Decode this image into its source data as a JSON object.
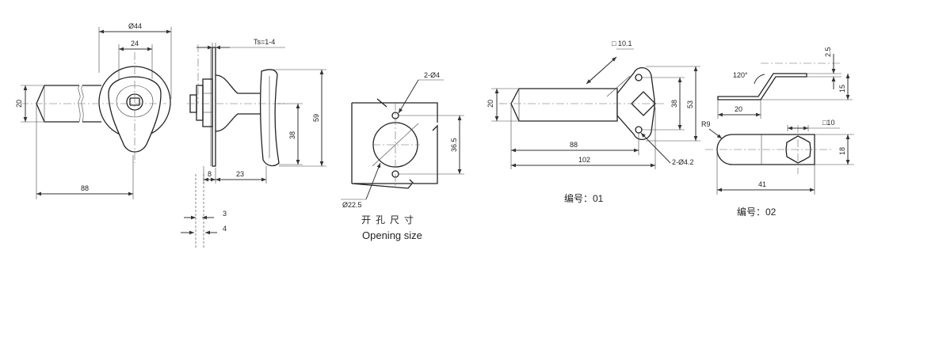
{
  "dims": {
    "d44": "Ø44",
    "d24": "24",
    "d20a": "20",
    "d88a": "88",
    "ts": "Ts=1-4",
    "d38a": "38",
    "d59": "59",
    "d8": "8",
    "d23": "23",
    "d3": "3",
    "d4": "4",
    "hole2": "2-Ø4",
    "d36_5": "36.5",
    "d22_5": "Ø22.5",
    "sq10_1": "□ 10.1",
    "d20b": "20",
    "d38b": "38",
    "d53": "53",
    "d88b": "88",
    "d102": "102",
    "hole4_2": "2-Ø4.2",
    "d2_5": "2.5",
    "deg120": "120°",
    "d15": "15",
    "d20c": "20",
    "r9": "R9",
    "sq10": "□10",
    "d18": "18",
    "d41": "41"
  },
  "captions": {
    "opening_cn": "开孔尺寸",
    "opening_en": "Opening size",
    "code01": "编号：01",
    "code02": "编号：02"
  }
}
